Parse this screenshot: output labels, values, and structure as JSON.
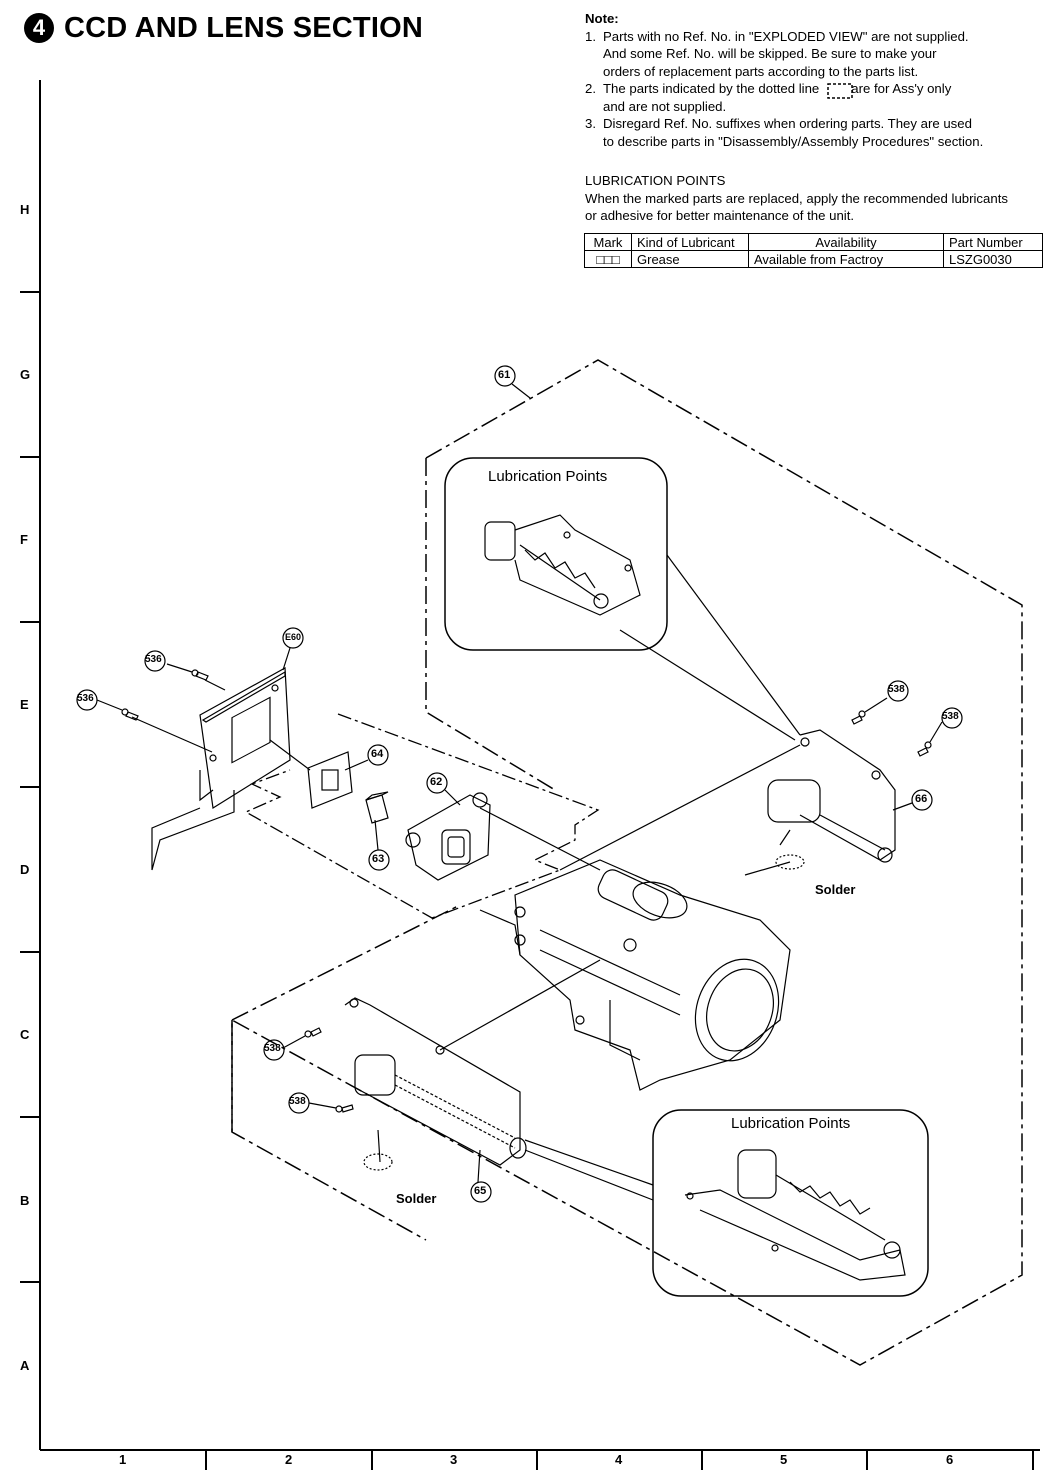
{
  "title": {
    "number": "4",
    "text": "CCD AND LENS SECTION"
  },
  "note": {
    "heading": "Note:",
    "items": [
      {
        "num": "1.",
        "text": "Parts with no Ref. No. in \"EXPLODED VIEW\" are not supplied.",
        "cont": [
          "And some Ref. No. will be skipped.  Be sure to make your",
          "orders of replacement parts according to the parts list."
        ]
      },
      {
        "num": "2.",
        "text": "The parts indicated by the dotted line",
        "text_after": "are for Ass'y only",
        "cont": [
          "and are not supplied."
        ]
      },
      {
        "num": "3.",
        "text": "Disregard Ref. No. suffixes when ordering parts. They are used",
        "cont": [
          "to describe parts in \"Disassembly/Assembly Procedures\" section."
        ]
      }
    ]
  },
  "lubrication": {
    "heading": "LUBRICATION POINTS",
    "line1": "When the marked parts are replaced, apply the recommended lubricants",
    "line2": "or adhesive for better maintenance of the unit.",
    "table": {
      "headers": [
        "Mark",
        "Kind of Lubricant",
        "Availability",
        "Part Number"
      ],
      "row": [
        "□□□",
        "Grease",
        "Available from Factroy",
        "LSZG0030"
      ]
    }
  },
  "grid": {
    "rows": [
      "H",
      "G",
      "F",
      "E",
      "D",
      "C",
      "B",
      "A"
    ],
    "columns": [
      "1",
      "2",
      "3",
      "4",
      "5",
      "6"
    ]
  },
  "lube_box_titles": [
    "Lubrication Points",
    "Lubrication Points"
  ],
  "refs": [
    "61",
    "E60",
    "536",
    "536",
    "64",
    "62",
    "63",
    "538",
    "538",
    "66",
    "538",
    "538",
    "65"
  ],
  "solder": [
    "Solder",
    "Solder"
  ]
}
